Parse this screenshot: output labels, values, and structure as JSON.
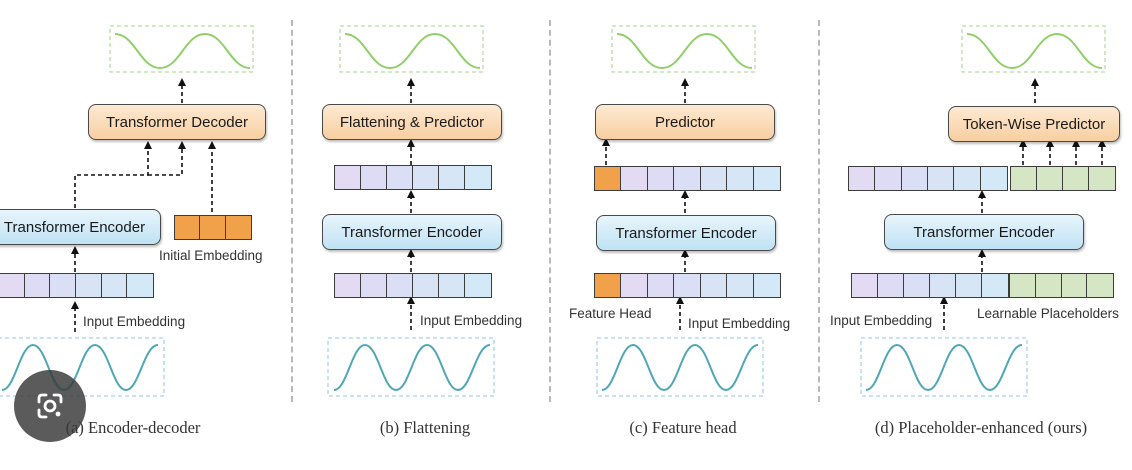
{
  "panels": [
    {
      "caption": "(a) Encoder-decoder",
      "boxes": {
        "decoder": "Transformer Decoder",
        "encoder": "Transformer Encoder"
      },
      "labels": {
        "initial_embedding": "Initial Embedding",
        "input_embedding": "Input Embedding"
      }
    },
    {
      "caption": "(b) Flattening",
      "boxes": {
        "predictor": "Flattening & Predictor",
        "encoder": "Transformer Encoder"
      },
      "labels": {
        "input_embedding": "Input Embedding"
      }
    },
    {
      "caption": "(c) Feature head",
      "boxes": {
        "predictor": "Predictor",
        "encoder": "Transformer Encoder"
      },
      "labels": {
        "feature_head": "Feature Head",
        "input_embedding": "Input Embedding"
      }
    },
    {
      "caption": "(d) Placeholder-enhanced (ours)",
      "boxes": {
        "predictor": "Token-Wise Predictor",
        "encoder": "Transformer Encoder"
      },
      "labels": {
        "input_embedding": "Input Embedding",
        "learnable_placeholders": "Learnable Placeholders"
      }
    }
  ],
  "colors": {
    "token_gradient_start": "#e3daf3",
    "token_gradient_end": "#d4e9f8",
    "placeholder_token": "#d4e6c4",
    "head_token": "#f2a14b",
    "output_wave": "#8fd06a",
    "input_wave": "#4fa7b6",
    "box_orange": "#f8cfa0",
    "box_blue": "#bfe2f4"
  },
  "icons": {
    "lens_overlay": "google-lens-icon"
  }
}
